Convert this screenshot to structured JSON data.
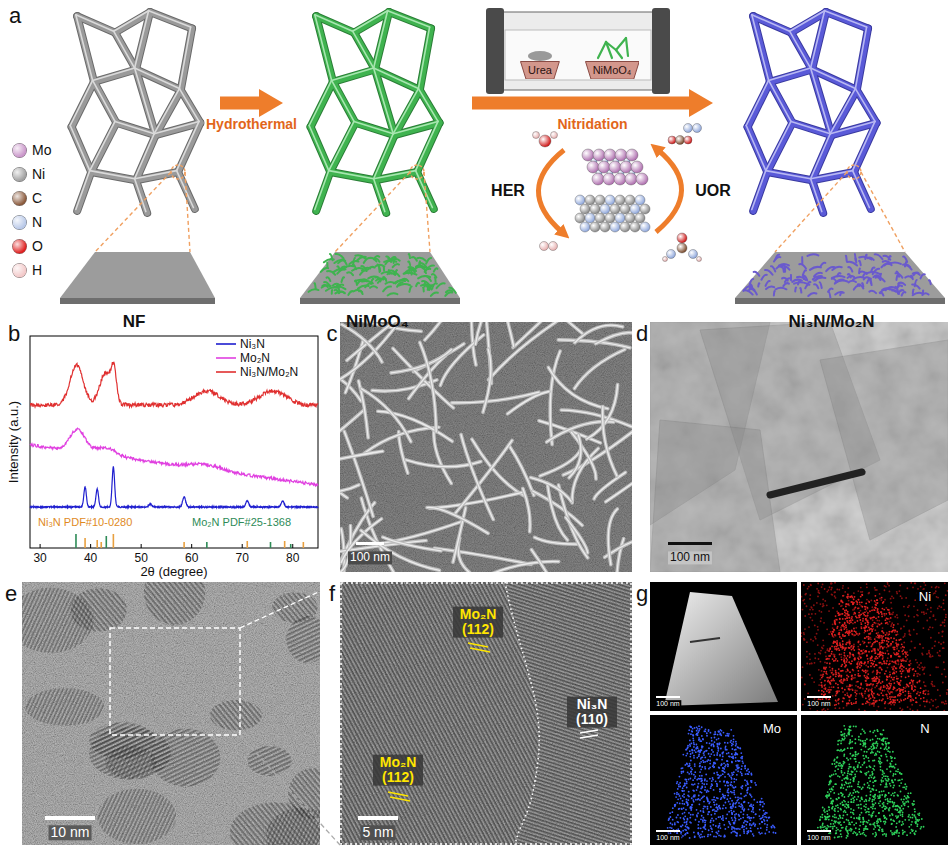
{
  "diagram": {
    "nodes": [
      {
        "text": [
          "NF"
        ]
      },
      {
        "text": [
          "NiMoO₄"
        ]
      },
      {
        "text": [
          "Urea"
        ]
      },
      {
        "text": [
          "NiMoO₄"
        ]
      },
      {
        "text": [
          "Ni₃N/Mo₂N"
        ]
      }
    ],
    "edges": [
      {
        "from": 0,
        "to": 1,
        "arrow": "to",
        "label": "Hydrothermal"
      },
      {
        "from": 1,
        "to": 4,
        "arrow": "to",
        "label": "Nitridation"
      }
    ],
    "labels": [
      "a",
      "HER",
      "UOR",
      "b",
      "Intensity (a.u.)",
      "30",
      "40",
      "50",
      "60",
      "70",
      "80",
      "2θ (degree)",
      "Ni₃N PDF#10-0280",
      "Mo₂N PDF#25-1368",
      "c",
      "100 nm",
      "d",
      "100 nm",
      "e",
      "10 nm",
      "f",
      "Mo₂N (112)",
      "Ni₃N (110)",
      "Mo₂N (112)",
      "5 nm",
      "g",
      "100 nm",
      "Ni",
      "100 nm",
      "Mo",
      "100 nm",
      "N",
      "100 nm"
    ],
    "legend": [
      {
        "text": "Mo",
        "color": "#c995c9"
      },
      {
        "text": "Ni",
        "color": "#a0a0a0"
      },
      {
        "text": "C",
        "color": "#8b5a3c"
      },
      {
        "text": "N",
        "color": "#b8c8e8"
      },
      {
        "text": "O",
        "color": "#e02020"
      },
      {
        "text": "H",
        "color": "#f2c8c8"
      },
      {
        "text": "Ni₃N"
      },
      {
        "text": "Mo₂N"
      },
      {
        "text": "Ni₃N/Mo₂N"
      }
    ]
  }
}
